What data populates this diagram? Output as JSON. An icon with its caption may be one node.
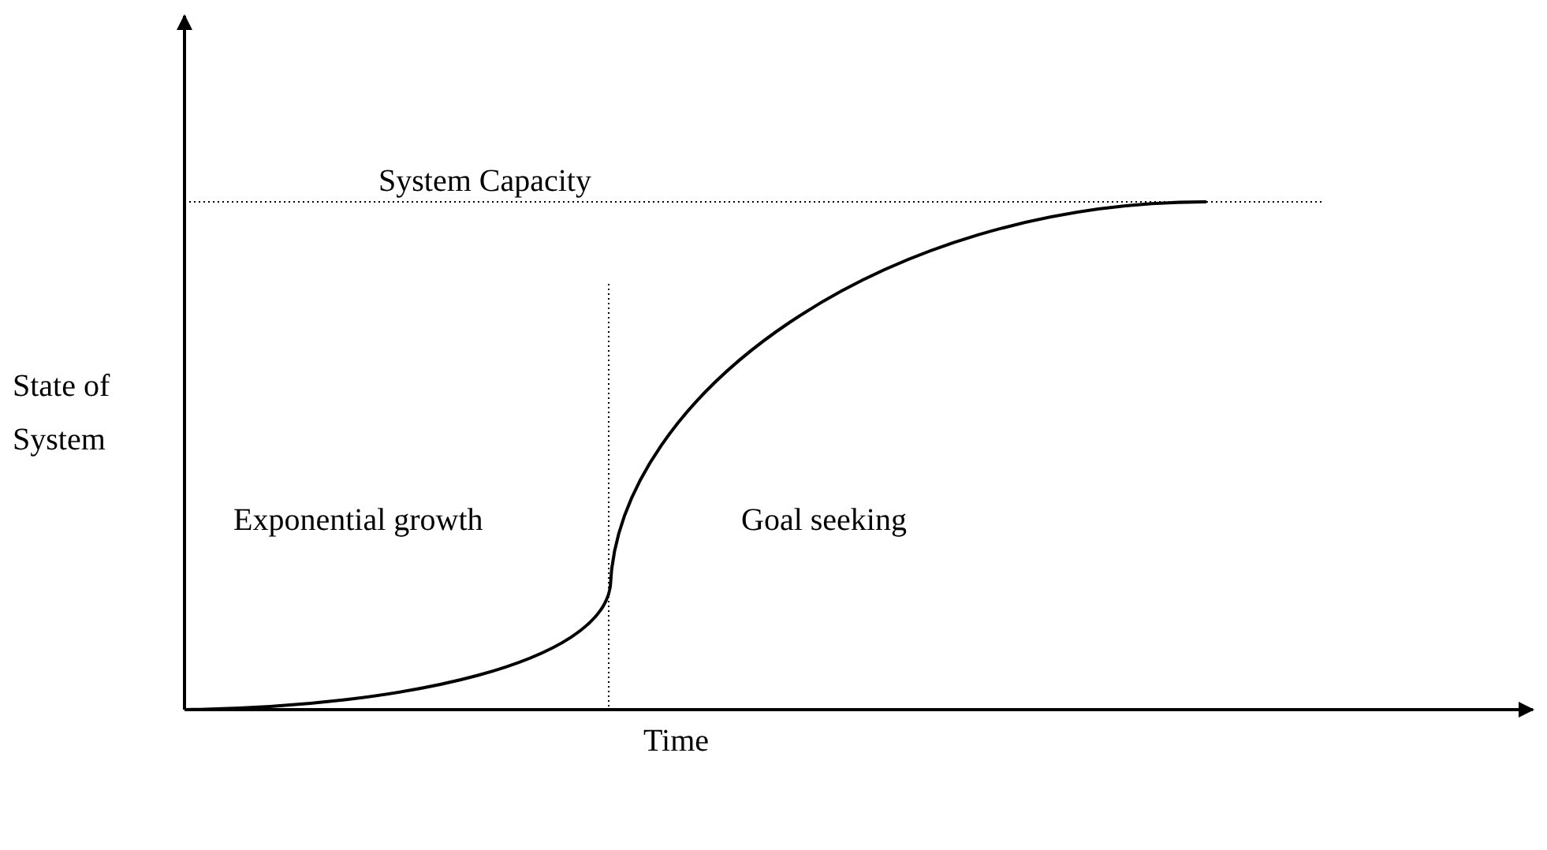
{
  "diagram": {
    "labels": [
      "System Capacity",
      "State of System",
      "Exponential growth",
      "Goal seeking",
      "Time"
    ]
  }
}
